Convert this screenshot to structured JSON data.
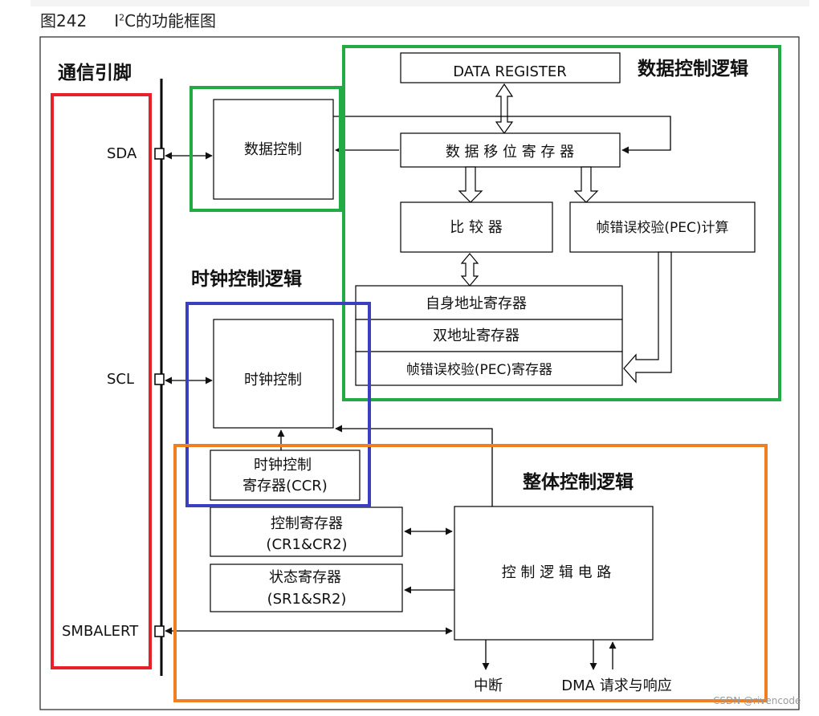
{
  "figure": {
    "number": "图242",
    "title_prefix": "I",
    "title_sup": "2",
    "title_suffix": "C的功能框图",
    "watermark": "CSDN @rivencode"
  },
  "groups": {
    "comm_pins": {
      "label": "通信引脚",
      "color": "#e8202a"
    },
    "data_logic": {
      "label": "数据控制逻辑",
      "color": "#22aa44"
    },
    "clock_logic": {
      "label": "时钟控制逻辑",
      "color": "#3b3fbf"
    },
    "overall_logic": {
      "label": "整体控制逻辑",
      "color": "#f07f22"
    }
  },
  "pins": {
    "sda": "SDA",
    "scl": "SCL",
    "smbalert": "SMBALERT"
  },
  "blocks": {
    "data_register": "DATA REGISTER",
    "shift_register": "数 据 移 位 寄 存 器",
    "data_control": "数据控制",
    "comparator": "比 较 器",
    "pec_calc": "帧错误校验(PEC)计算",
    "own_address": "自身地址寄存器",
    "dual_address": "双地址寄存器",
    "pec_register": "帧错误校验(PEC)寄存器",
    "clock_control": "时钟控制",
    "ccr_line1": "时钟控制",
    "ccr_line2": "寄存器(CCR)",
    "ctrl_reg_line1": "控制寄存器",
    "ctrl_reg_line2": "(CR1&CR2)",
    "status_reg_line1": "状态寄存器",
    "status_reg_line2": "(SR1&SR2)",
    "control_logic": "控 制 逻 辑 电 路"
  },
  "outputs": {
    "interrupt": "中断",
    "dma": "DMA 请求与响应"
  }
}
